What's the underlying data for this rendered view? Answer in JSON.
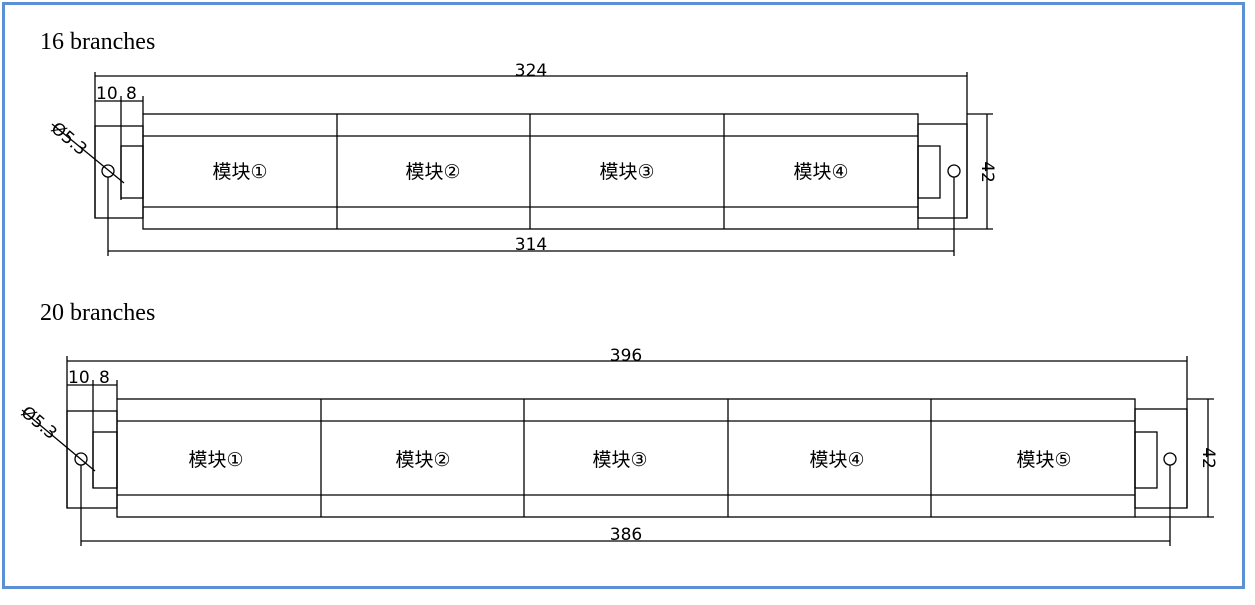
{
  "colors": {
    "border": "#5b8fd6",
    "line": "#000000"
  },
  "diagrams": [
    {
      "title": "16 branches",
      "total_length": "324",
      "hole_spacing": "314",
      "height": "42",
      "dim_small_1": "10",
      "dim_small_2": "8",
      "hole_diameter": "Ø5.3",
      "modules": [
        "模块①",
        "模块②",
        "模块③",
        "模块④"
      ]
    },
    {
      "title": "20 branches",
      "total_length": "396",
      "hole_spacing": "386",
      "height": "42",
      "dim_small_1": "10",
      "dim_small_2": "8",
      "hole_diameter": "Ø5.3",
      "modules": [
        "模块①",
        "模块②",
        "模块③",
        "模块④",
        "模块⑤"
      ]
    }
  ]
}
